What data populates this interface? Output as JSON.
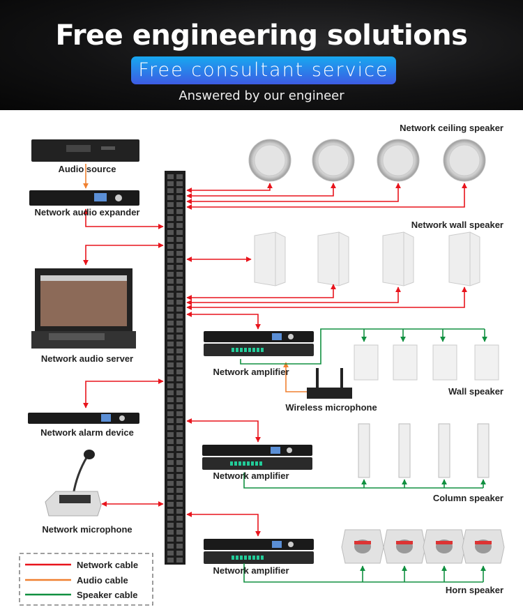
{
  "header": {
    "title": "Free engineering solutions",
    "button": "Free consultant service",
    "subtitle": "Answered by our engineer"
  },
  "labels": {
    "audio_source": "Audio source",
    "expander": "Network audio expander",
    "server": "Network audio server",
    "alarm": "Network alarm device",
    "net_mic": "Network microphone",
    "ceiling": "Network ceiling speaker",
    "wall_net": "Network wall speaker",
    "amp1": "Network amplifier",
    "amp2": "Network amplifier",
    "amp3": "Network amplifier",
    "wireless_mic": "Wireless microphone",
    "wall": "Wall speaker",
    "column": "Column speaker",
    "horn": "Horn speaker"
  },
  "legend": [
    {
      "label": "Network cable",
      "color": "#e8141c"
    },
    {
      "label": "Audio cable",
      "color": "#f08030"
    },
    {
      "label": "Speaker cable",
      "color": "#109040"
    }
  ]
}
